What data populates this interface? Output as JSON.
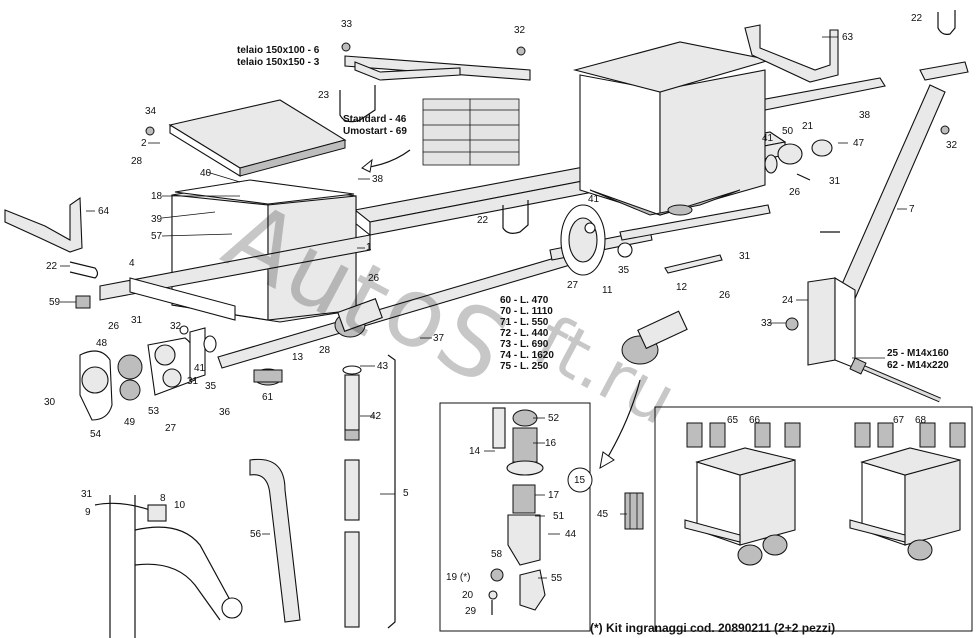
{
  "callouts": {
    "c1": "1",
    "c2": "2",
    "c4": "4",
    "c5": "5",
    "c7": "7",
    "c8": "8",
    "c9": "9",
    "c10": "10",
    "c11": "11",
    "c12": "12",
    "c13": "13",
    "c14": "14",
    "c15": "15",
    "c16": "16",
    "c17": "17",
    "c18": "18",
    "c19": "19 (*)",
    "c20": "20",
    "c21": "21",
    "c22a": "22",
    "c22b": "22",
    "c22c": "22",
    "c23": "23",
    "c24": "24",
    "c26a": "26",
    "c26b": "26",
    "c26c": "26",
    "c26d": "26",
    "c27a": "27",
    "c27b": "27",
    "c28a": "28",
    "c28b": "28",
    "c29": "29",
    "c30": "30",
    "c31a": "31",
    "c31b": "31",
    "c31c": "31",
    "c31d": "31",
    "c31e": "31",
    "c32a": "32",
    "c32b": "32",
    "c32c": "32",
    "c33a": "33",
    "c33b": "33",
    "c34": "34",
    "c35a": "35",
    "c35b": "35",
    "c36": "36",
    "c37": "37",
    "c38a": "38",
    "c38b": "38",
    "c39": "39",
    "c40": "40",
    "c41a": "41",
    "c41b": "41",
    "c41c": "41",
    "c42": "42",
    "c43": "43",
    "c44": "44",
    "c45": "45",
    "c47": "47",
    "c48": "48",
    "c49": "49",
    "c50": "50",
    "c51": "51",
    "c52": "52",
    "c53": "53",
    "c54": "54",
    "c55": "55",
    "c56": "56",
    "c57": "57",
    "c58": "58",
    "c59": "59",
    "c61": "61",
    "c63": "63",
    "c64": "64",
    "c65": "65",
    "c66": "66",
    "c67": "67",
    "c68": "68"
  },
  "telaio": {
    "line1": "telaio 150x100 - 6",
    "line2": "telaio 150x150 - 3"
  },
  "standard": {
    "line1": "Standard - 46",
    "line2": "Umostart - 69"
  },
  "lengths": [
    "60 - L. 470",
    "70 - L. 1110",
    "71 - L. 550",
    "72 - L. 440",
    "73 - L. 690",
    "74 - L. 1620",
    "75 - L. 250"
  ],
  "bolts": {
    "line1": "25 - M14x160",
    "line2": "62 - M14x220"
  },
  "kit_note": "(*) Kit ingranaggi cod. 20890211 (2+2 pezzi)",
  "watermark": {
    "part1": "Aut",
    "part2": "oS",
    "part3": "ft.ru"
  }
}
